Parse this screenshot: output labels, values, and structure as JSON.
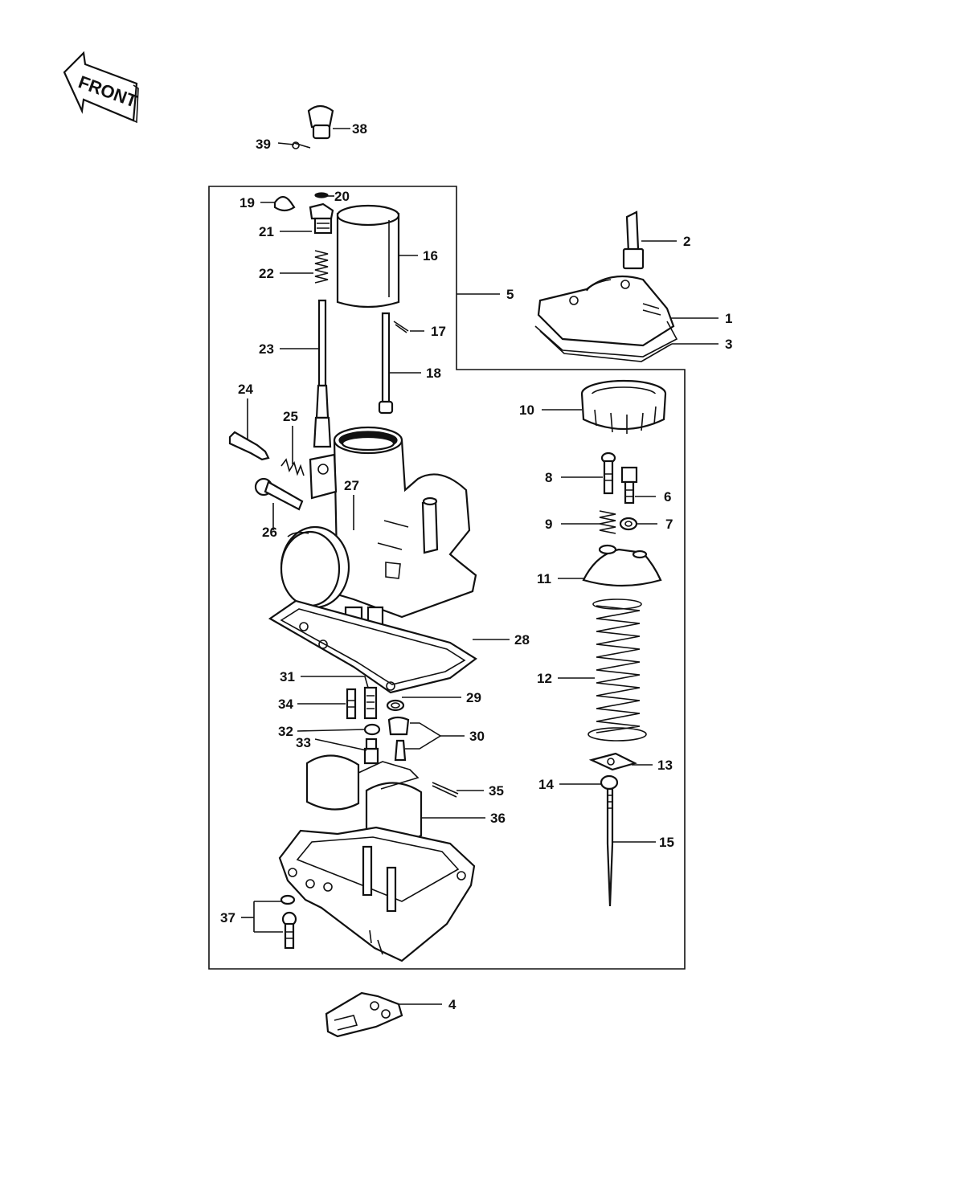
{
  "front_label": "FRONT",
  "labels": {
    "l1": "1",
    "l2": "2",
    "l3": "3",
    "l4": "4",
    "l5": "5",
    "l6": "6",
    "l7": "7",
    "l8": "8",
    "l9": "9",
    "l10": "10",
    "l11": "11",
    "l12": "12",
    "l13": "13",
    "l14": "14",
    "l15": "15",
    "l16": "16",
    "l17": "17",
    "l18": "18",
    "l19": "19",
    "l20": "20",
    "l21": "21",
    "l22": "22",
    "l23": "23",
    "l24": "24",
    "l25": "25",
    "l26": "26",
    "l27": "27",
    "l28": "28",
    "l29": "29",
    "l30": "30",
    "l31": "31",
    "l32": "32",
    "l33": "33",
    "l34": "34",
    "l35": "35",
    "l36": "36",
    "l37": "37",
    "l38": "38",
    "l39": "39"
  }
}
